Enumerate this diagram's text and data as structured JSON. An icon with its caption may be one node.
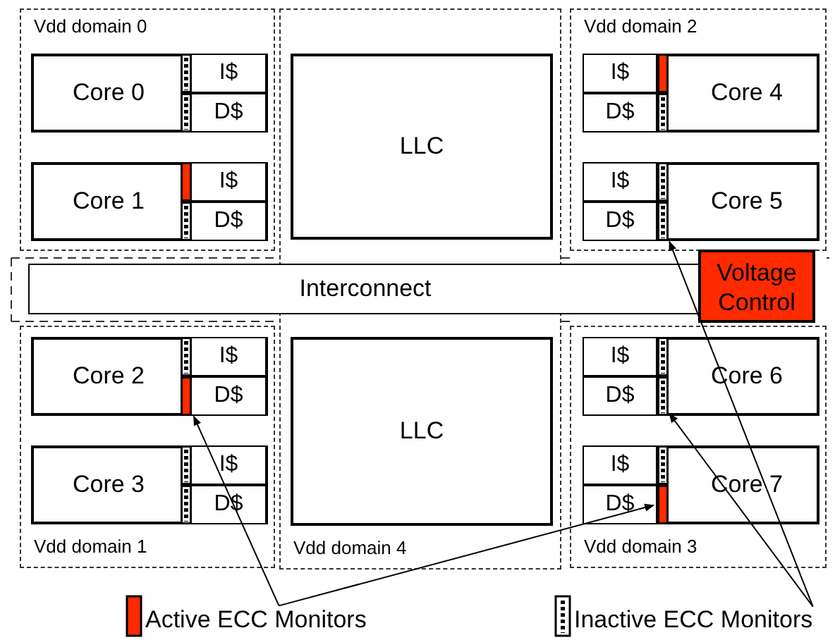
{
  "diagram": {
    "nodes": [
      {
        "text": [
          "Vdd domain 0"
        ]
      },
      {
        "text": [
          "Core 0"
        ],
        "in": 0
      },
      {
        "text": [],
        "shape": "strip",
        "in": 1
      },
      {
        "text": [],
        "shape": "strip",
        "in": 1
      },
      {
        "text": [
          "I$"
        ],
        "in": 1
      },
      {
        "text": [
          "D$"
        ],
        "in": 1
      },
      {
        "text": [
          "Core 1"
        ],
        "in": 0
      },
      {
        "text": [],
        "shape": "bar",
        "in": 6
      },
      {
        "text": [],
        "shape": "strip",
        "in": 6
      },
      {
        "text": [
          "I$"
        ],
        "in": 6
      },
      {
        "text": [
          "D$"
        ],
        "in": 6
      },
      {
        "text": [
          "Vdd domain 4"
        ]
      },
      {
        "text": [
          "LLC"
        ],
        "in": 11
      },
      {
        "text": [
          "Vdd domain 2"
        ]
      },
      {
        "text": [
          "Core 4"
        ],
        "in": 13
      },
      {
        "text": [],
        "shape": "bar",
        "in": 14
      },
      {
        "text": [],
        "shape": "strip",
        "in": 14
      },
      {
        "text": [
          "I$"
        ],
        "in": 14
      },
      {
        "text": [
          "D$"
        ],
        "in": 14
      },
      {
        "text": [
          "Core 5"
        ],
        "in": 13
      },
      {
        "text": [],
        "shape": "strip",
        "in": 19
      },
      {
        "text": [],
        "shape": "strip",
        "in": 19
      },
      {
        "text": [
          "I$"
        ],
        "in": 19
      },
      {
        "text": [
          "D$"
        ],
        "in": 19
      },
      {
        "text": [
          "Interconnect"
        ]
      },
      {
        "text": [
          "Voltage Control"
        ]
      },
      {
        "text": [
          "Vdd domain 1"
        ]
      },
      {
        "text": [
          "Core 2"
        ],
        "in": 26
      },
      {
        "text": [],
        "shape": "strip",
        "in": 27
      },
      {
        "text": [],
        "shape": "bar",
        "in": 27
      },
      {
        "text": [
          "I$"
        ],
        "in": 27
      },
      {
        "text": [
          "D$"
        ],
        "in": 27
      },
      {
        "text": [
          "Core 3"
        ],
        "in": 26
      },
      {
        "text": [],
        "shape": "strip",
        "in": 32
      },
      {
        "text": [],
        "shape": "strip",
        "in": 32
      },
      {
        "text": [
          "I$"
        ],
        "in": 32
      },
      {
        "text": [
          "D$"
        ],
        "in": 32
      },
      {
        "text": [
          "LLC"
        ],
        "in": 11
      },
      {
        "text": [
          "Vdd domain 3"
        ]
      },
      {
        "text": [
          "Core 6"
        ],
        "in": 38
      },
      {
        "text": [],
        "shape": "strip",
        "in": 39
      },
      {
        "text": [],
        "shape": "strip",
        "in": 39
      },
      {
        "text": [
          "I$"
        ],
        "in": 39
      },
      {
        "text": [
          "D$"
        ],
        "in": 39
      },
      {
        "text": [
          "Core 7"
        ],
        "in": 38
      },
      {
        "text": [],
        "shape": "strip",
        "in": 44
      },
      {
        "text": [],
        "shape": "bar",
        "in": 44
      },
      {
        "text": [
          "I$"
        ],
        "in": 44
      },
      {
        "text": [
          "D$"
        ],
        "in": 44
      },
      {
        "text": [
          "Active ECC Monitors"
        ]
      },
      {
        "text": [
          "Inactive ECC Monitors"
        ]
      }
    ],
    "edges": [
      {
        "from": 49,
        "to": 29,
        "arrow": "to"
      },
      {
        "from": 49,
        "to": 46,
        "arrow": "to"
      },
      {
        "from": 50,
        "to": 21,
        "arrow": "to"
      },
      {
        "from": 50,
        "to": 41,
        "arrow": "to"
      }
    ]
  }
}
